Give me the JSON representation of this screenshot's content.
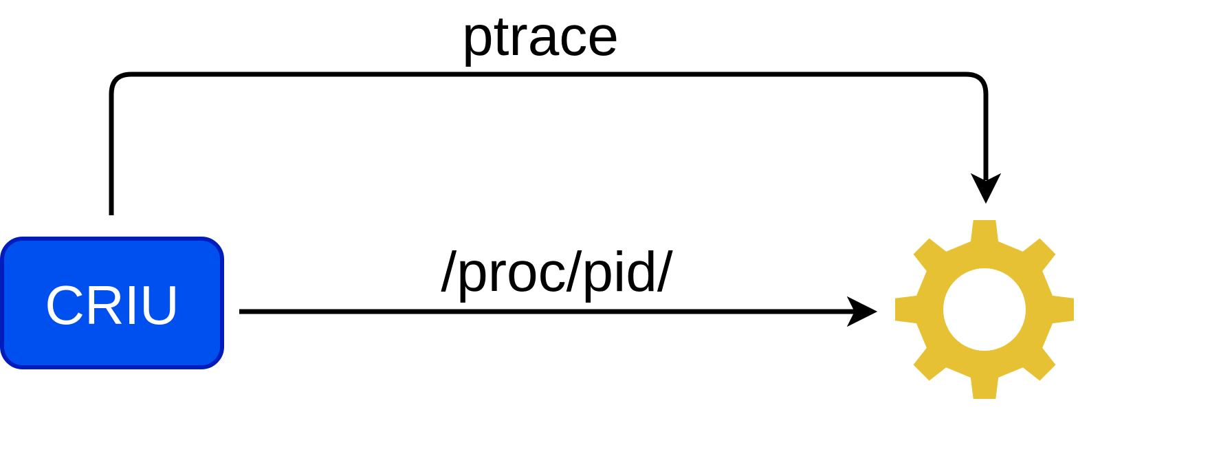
{
  "diagram": {
    "nodes": {
      "criu": {
        "label": "CRIU"
      },
      "process": {
        "icon": "gear-icon"
      }
    },
    "edges": {
      "ptrace": {
        "label": "ptrace"
      },
      "proc": {
        "label": "/proc/pid/"
      }
    },
    "colors": {
      "criu_fill": "#0050ef",
      "criu_stroke": "#001dbc",
      "gear_fill": "#e6c133",
      "arrow": "#000000",
      "label_text": "#000000",
      "node_text": "#ffffff"
    }
  }
}
